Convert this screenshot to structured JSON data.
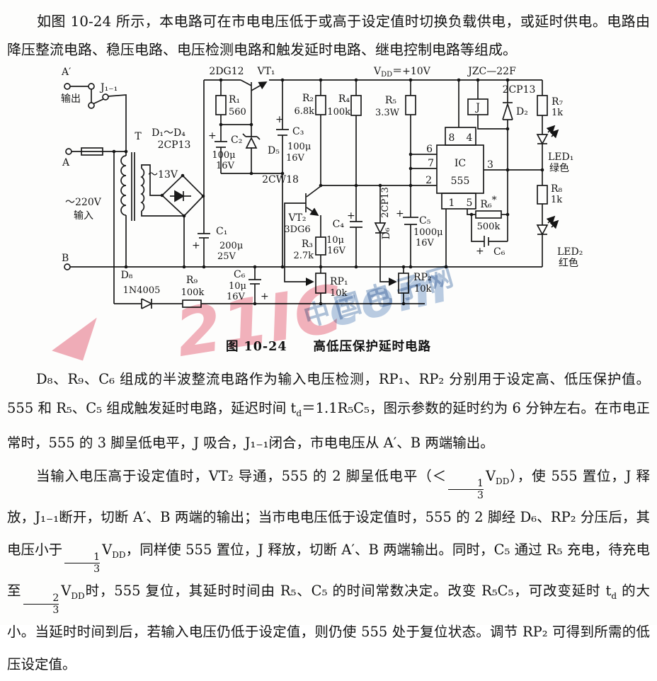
{
  "intro": {
    "segments": [
      {
        "t": "如图 10-24 所示，本电路可在市电电压低于或高于设定值时切换负载供电，或延时供电。电路由降压整流电路、稳压电路、电压检测电路和触发延时电路、继电控制电路等组成。"
      }
    ]
  },
  "caption": "图 10-24　　高低压保护延时电路",
  "para2": {
    "segments": [
      {
        "t": "D₈、R₉、C₆ 组成的半波整流电路作为输入电压检测，RP₁、RP₂ 分别用于设定高、低压保护值。555 和 R₅、C₅ 组成触发延时电路，延迟时间 t"
      },
      {
        "sub": "d"
      },
      {
        "t": "＝1.1R₅C₅，图示参数的延时约为 6 分钟左右。在市电正常时，555 的 3 脚呈低电平，J 吸合，J₁₋₁闭合，市电电压从 A′、B 两端输出。"
      }
    ]
  },
  "para3": {
    "segments": [
      {
        "t": "当输入电压高于设定值时，VT₂ 导通，555 的 2 脚呈低电平（＜"
      },
      {
        "frac": [
          "1",
          "3"
        ]
      },
      {
        "t": "V"
      },
      {
        "sub": "DD"
      },
      {
        "t": "），使 555 置位，J 释放，J₁₋₁断开，切断 A′、B 两端的输出；当市电电压低于设定值时，555 的 2 脚经 D₆、RP₂ 分压后，其电压小于"
      },
      {
        "frac": [
          "1",
          "3"
        ]
      },
      {
        "t": "V"
      },
      {
        "sub": "DD"
      },
      {
        "t": "，同样使 555 置位，J 释放，切断 A′、B 两端输出。同时，C₅ 通过 R₅ 充电，待充电至"
      },
      {
        "frac": [
          "2",
          "3"
        ]
      },
      {
        "t": "V"
      },
      {
        "sub": "DD"
      },
      {
        "t": "时，555 复位，其延时时间由 R₅、C₅ 的时间常数决定。改变 R₅C₅，可改变延时 t"
      },
      {
        "sub": "d"
      },
      {
        "t": " 的大小。当延时时间到后，若输入电压仍低于设定值，则仍使 555 处于复位状态。调节 RP₂ 可得到所需的低压设定值。"
      }
    ]
  },
  "watermark": {
    "big": "21IC",
    "com": "com",
    "site": "中国电子网"
  },
  "circuit": {
    "vt1_model": "2DG12",
    "vt1": "VT₁",
    "vdd_v": "V",
    "vdd_dd": "DD",
    "vdd_val": "＝+10V",
    "relay_model": "JZC—22F",
    "d2_model": "2CP13",
    "d2": "D₂",
    "r7": "R₇",
    "r7v": "1k",
    "led1": "LED₁",
    "led1_color": "绿色",
    "r8": "R₈",
    "r8v": "1k",
    "led2": "LED₂",
    "led2_color": "红色",
    "relay": "J",
    "ic": "IC",
    "ic555": "555",
    "pin8": "8",
    "pin4": "4",
    "pin1": "1",
    "pin5": "5",
    "pin6": "6",
    "pin7": "7",
    "pin2": "2",
    "pin3": "3",
    "r6": "R₆",
    "r6_star": "*",
    "r6v": "500k",
    "c6b": "C₆",
    "c6b_plus": "+",
    "r5": "R₅",
    "r5v": "3.3W",
    "c5": "C₅",
    "c5v1": "1000μ",
    "c5v2": "16V",
    "c5_plus": "+",
    "d6": "D₆",
    "d6_model": "2CP13",
    "r2": "R₂",
    "r2v": "6.8k",
    "r4": "R₄",
    "r4v": "100k",
    "c4": "C₄",
    "c4v1": "10μ",
    "c4v2": "16V",
    "c4_plus": "+",
    "vt2": "VT₂",
    "vt2_model": "3DG6",
    "r3": "R₃",
    "r3v": "2.7k",
    "rp1": "RP₁",
    "rp1v": "10k",
    "rp2": "RP₂",
    "rp2v": "10k",
    "r1": "R₁",
    "r1v": "560",
    "c2": "C₂",
    "c2v1": "100μ",
    "c2v2": "16V",
    "c2_plus": "+",
    "d5": "D₅",
    "d5_model": "2CW18",
    "c3": "C₃",
    "c3v1": "100μ",
    "c3v2": "16V",
    "c3_plus": "+",
    "bridge": "D₁～D₄",
    "bridge_model": "2CP13",
    "sec_v": "～13V",
    "t": "T",
    "mains": "～220V",
    "mains_in": "输入",
    "a_prime": "A′",
    "out": "输出",
    "j11": "J₁₋₁",
    "a": "A",
    "b": "B",
    "d8": "D₈",
    "d8_model": "1N4005",
    "r9": "R₉",
    "r9v": "100k",
    "c6a": "C₆",
    "c6a_v1": "10μ",
    "c6a_v2": "16V",
    "c6a_plus": "+",
    "c1": "C₁",
    "c1v1": "200μ",
    "c1v2": "25V",
    "c1_plus": "+"
  }
}
